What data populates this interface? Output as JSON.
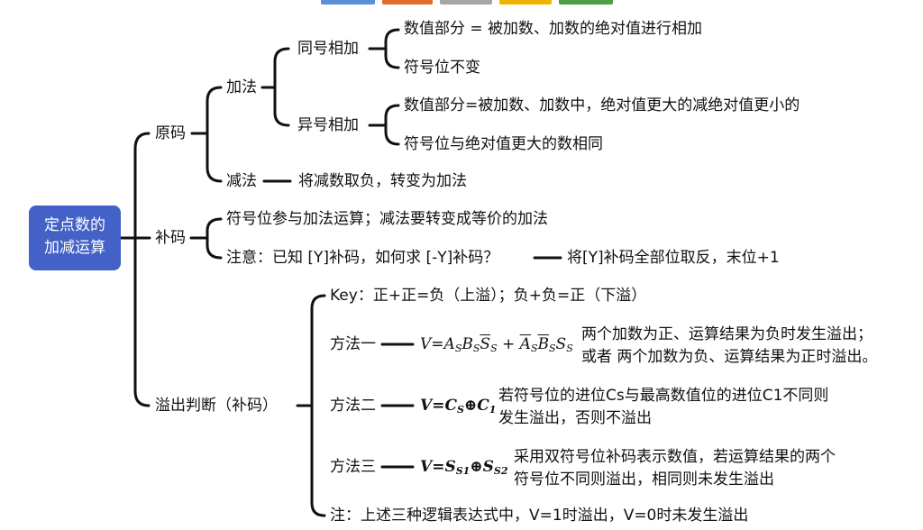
{
  "colors": {
    "root_bg": "#4361c6",
    "strip": [
      "#5b8fd6",
      "#e06a2f",
      "#a6a6a6",
      "#f0b400",
      "#4c9f46"
    ]
  },
  "root": {
    "line1": "定点数的",
    "line2": "加减运算"
  },
  "yuanma": {
    "label": "原码",
    "add": {
      "label": "加法",
      "same": {
        "label": "同号相加",
        "r1": "数值部分 = 被加数、加数的绝对值进行相加",
        "r2": "符号位不变"
      },
      "diff": {
        "label": "异号相加",
        "r1": "数值部分=被加数、加数中，绝对值更大的减绝对值更小的",
        "r2": "符号位与绝对值更大的数相同"
      }
    },
    "sub": {
      "label": "减法",
      "text": "将减数取负，转变为加法"
    }
  },
  "buma": {
    "label": "补码",
    "item1": "符号位参与加法运算；减法要转变成等价的加法",
    "item2": "注意：已知 [Y]补码，如何求 [-Y]补码？",
    "item2_result": "将[Y]补码全部位取反，末位+1"
  },
  "overflow": {
    "label": "溢出判断（补码）",
    "key": "Key：正+正=负（上溢）；负+负=正（下溢）",
    "m1": {
      "label": "方法一",
      "desc1": "两个加数为正、运算结果为负时发生溢出；",
      "desc2": "或者 两个加数为负、运算结果为正时溢出。"
    },
    "m2": {
      "label": "方法二",
      "desc1": "若符号位的进位Cs与最高数值位的进位C1不同则",
      "desc2": "发生溢出，否则不溢出"
    },
    "m3": {
      "label": "方法三",
      "desc1": "采用双符号位补码表示数值，若运算结果的两个",
      "desc2": "符号位不同则溢出，相同则未发生溢出"
    },
    "note": "注：上述三种逻辑表达式中，V=1时溢出，V=0时未发生溢出"
  }
}
